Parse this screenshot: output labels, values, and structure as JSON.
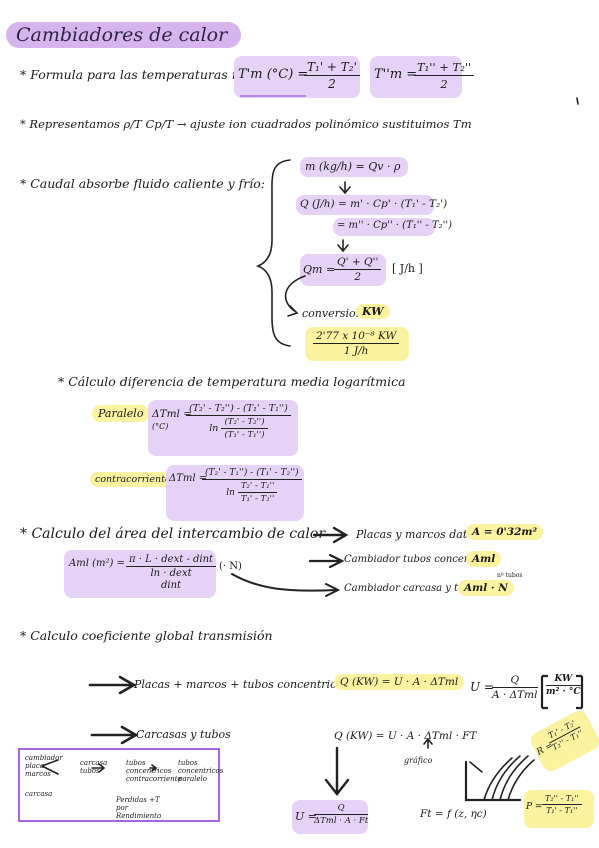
{
  "title": "Cambiadores de calor",
  "formula_line": {
    "label": "* Formula para las temperaturas medias",
    "f1_lhs": "T'm (°C) =",
    "f1_num": "T₁' + T₂'",
    "f1_den": "2",
    "f2_lhs": "T''m =",
    "f2_num": "T₁'' + T₂''",
    "f2_den": "2"
  },
  "represent_line": "* Representamos  ρ/T     Cp/T  → ajuste ion cuadrados polinómico sustituimos Tm",
  "caudal": {
    "label": "* Caudal absorbe fluido caliente y frío:",
    "eq1": "m (kg/h) = Qv · ρ",
    "eq2": "Q (J/h) = m' · Cp' · (T₁' - T₂')",
    "eq3": "= m'' · Cp'' · (T₁'' - T₂'')",
    "qm_lhs": "Qm =",
    "qm_num": "Q' + Q''",
    "qm_den": "2",
    "qm_unit": "[ J/h ]",
    "conv_label": "conversion",
    "conv_unit": "KW",
    "conv_num": "2'77 x 10⁻⁸ KW",
    "conv_den": "1 J/h"
  },
  "lmtd": {
    "label": "* Cálculo diferencia de temperatura media logarítmica",
    "paralelo_label": "Paralelo",
    "par_lhs": "ΔTml =",
    "par_unit": "(°C)",
    "par_num": "(T₂' - T₂'') - (T₁' - T₁'')",
    "par_ln": "ln",
    "par_ln_num": "(T₂' - T₂'')",
    "par_ln_den": "(T₁' - T₁'')",
    "contra_label": "contracorriente",
    "con_lhs": "ΔTml =",
    "con_num": "(T₂' - T₁'') - (T₁' - T₂'')",
    "con_ln": "ln",
    "con_ln_num": "T₂' - T₁''",
    "con_ln_den": "T₁' - T₂''"
  },
  "area": {
    "label": "* Calculo del área del intercambio de calor",
    "arrow1_label": "Placas y marcos dato",
    "arrow1_value": "A = 0'32m²",
    "aml_lhs": "Aml (m²) =",
    "aml_num": "π · L · dext - dint",
    "aml_den1": "ln · dext",
    "aml_den2": "dint",
    "aml_note": "(· N)",
    "arrow2_label": "Cambiador tubos concentricos",
    "arrow2_value": "Aml",
    "arrow3_label": "Cambiador carcasa y tubos",
    "arrow3_value": "Aml · N",
    "arrow3_sup": "nº tubos"
  },
  "coef": {
    "label": "* Calculo coeficiente global transmisión",
    "row1_label": "Placas + marcos + tubos concentricos",
    "row1_eq": "Q (KW) = U · A · ΔTml",
    "u1_lhs": "U =",
    "u1_num": "Q",
    "u1_den": "A · ΔTml",
    "u1_unit_num": "KW",
    "u1_unit_den": "m² · °C",
    "row2_label": "Carcasas y tubos",
    "row2_eq": "Q (KW) = U · A · ΔTml · FT",
    "graph_label": "gráfico",
    "r_lhs": "R =",
    "r_num": "T₁' - T₂'",
    "r_den": "T₂'' - T₁''",
    "p_lhs": "P =",
    "p_num": "T₂'' - T₁''",
    "p_den": "T₁' - T₁''",
    "ft_eq": "Ft = f (z, ηc)",
    "u2_lhs": "U =",
    "u2_num": "Q",
    "u2_den": "ΔTml · A · Ft"
  },
  "flow_box": {
    "c1": "cambiador placa marcos",
    "c1b": "carcasa",
    "c2": "carcasa tubos",
    "c3": "tubos concentricos contracorriente",
    "c4": "tubos concentricos paralelo",
    "c5": "Perdidas +T por Rendimiento"
  }
}
